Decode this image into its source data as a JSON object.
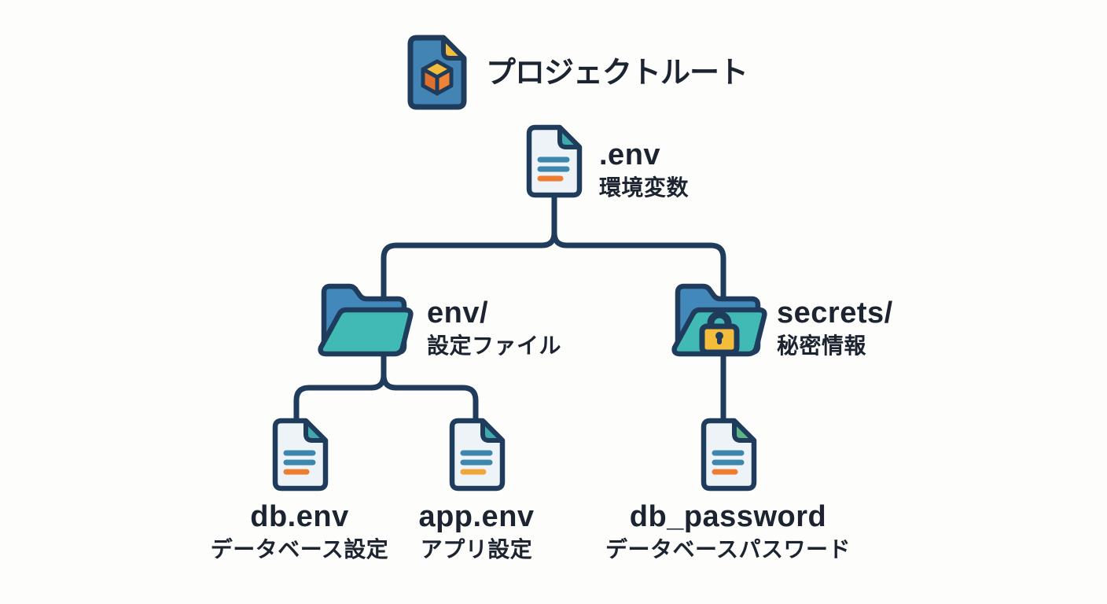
{
  "diagram": {
    "kind": "directory-tree",
    "root": {
      "label": "プロジェクトルート"
    },
    "nodes": {
      "env_file": {
        "name": ".env",
        "desc": "環境変数",
        "type": "file"
      },
      "env_dir": {
        "name": "env/",
        "desc": "設定ファイル",
        "type": "folder"
      },
      "secrets_dir": {
        "name": "secrets/",
        "desc": "秘密情報",
        "type": "locked-folder"
      },
      "db_env": {
        "name": "db.env",
        "desc": "データベース設定",
        "type": "file"
      },
      "app_env": {
        "name": "app.env",
        "desc": "アプリ設定",
        "type": "file"
      },
      "db_password": {
        "name": "db_password",
        "desc": "データベースパスワード",
        "type": "file"
      }
    },
    "edges": [
      {
        "from": ".env",
        "to": "env/"
      },
      {
        "from": ".env",
        "to": "secrets/"
      },
      {
        "from": "env/",
        "to": "db.env"
      },
      {
        "from": "env/",
        "to": "app.env"
      },
      {
        "from": "secrets/",
        "to": "db_password"
      }
    ]
  },
  "colors": {
    "background": "#fdfdfb",
    "line": "#1f3c5c",
    "text": "#1b2430",
    "file_fill": "#edf3f6",
    "file_fold_teal": "#3fa9ab",
    "file_fold_green": "#5cb585",
    "file_line_blue": "#3d87ae",
    "file_line_orange": "#ed7d31",
    "file_line_amber": "#f0a73a",
    "folder_back_blue": "#4388bb",
    "folder_front_teal": "#41b9b4",
    "root_file_blue": "#4285b5",
    "accent_yellow": "#f3bc3b",
    "cube_orange_left": "#e0702e",
    "cube_orange_right": "#ef8434"
  }
}
